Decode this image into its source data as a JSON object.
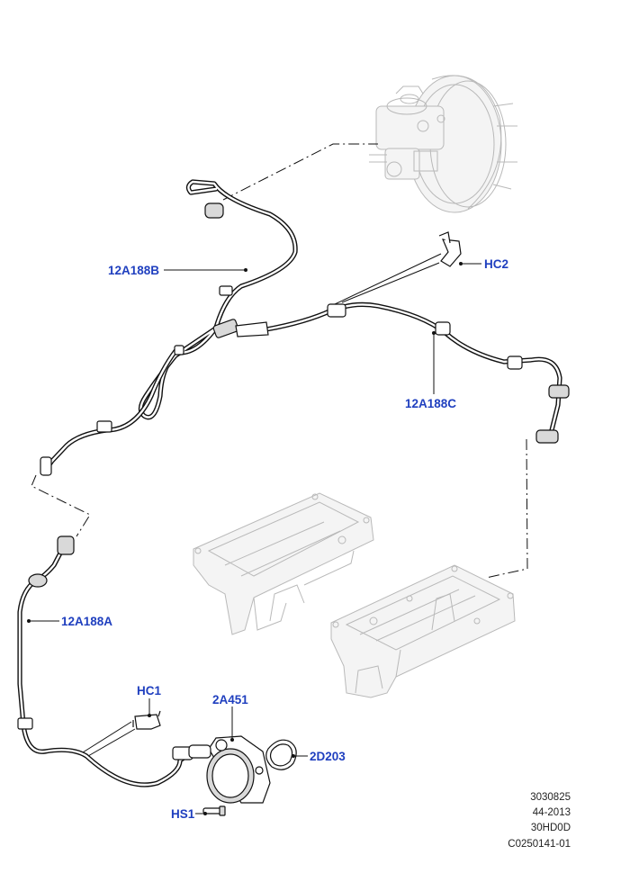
{
  "callouts": {
    "hose_upper_left": "12A188B",
    "clip_hc2": "HC2",
    "hose_upper_right": "12A188C",
    "hose_lower": "12A188A",
    "clip_hc1": "HC1",
    "vacuum_pump": "2A451",
    "seal": "2D203",
    "screw": "HS1"
  },
  "reference": {
    "line1": "3030825",
    "line2": "44-2013",
    "line3": "30HD0D",
    "line4": "C0250141-01"
  }
}
